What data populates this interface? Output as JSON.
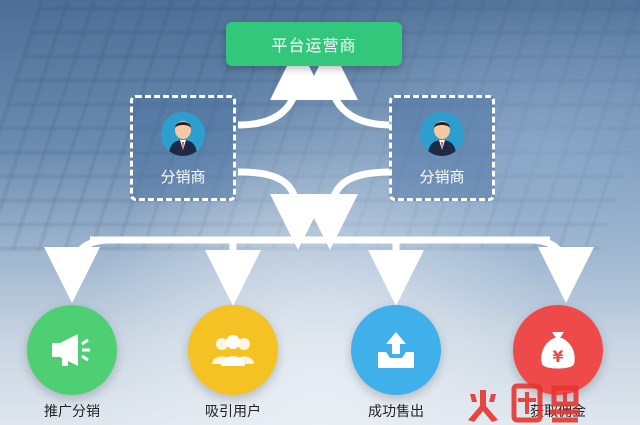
{
  "top_box": {
    "label": "平台运营商",
    "color": "#32c77b"
  },
  "distributors": [
    {
      "label": "分销商",
      "icon": "businessman-avatar-icon"
    },
    {
      "label": "分销商",
      "icon": "businessman-avatar-icon"
    }
  ],
  "outcomes": [
    {
      "label": "推广分销",
      "icon": "megaphone-icon",
      "color": "#4fcf73"
    },
    {
      "label": "吸引用户",
      "icon": "users-group-icon",
      "color": "#f5c223"
    },
    {
      "label": "成功售出",
      "icon": "upload-box-icon",
      "color": "#3fb0ea"
    },
    {
      "label": "获取佣金",
      "icon": "money-bag-icon",
      "color": "#ee4a4a"
    }
  ],
  "watermark": {
    "text": "火鲤鱼",
    "color": "#e8352e"
  }
}
